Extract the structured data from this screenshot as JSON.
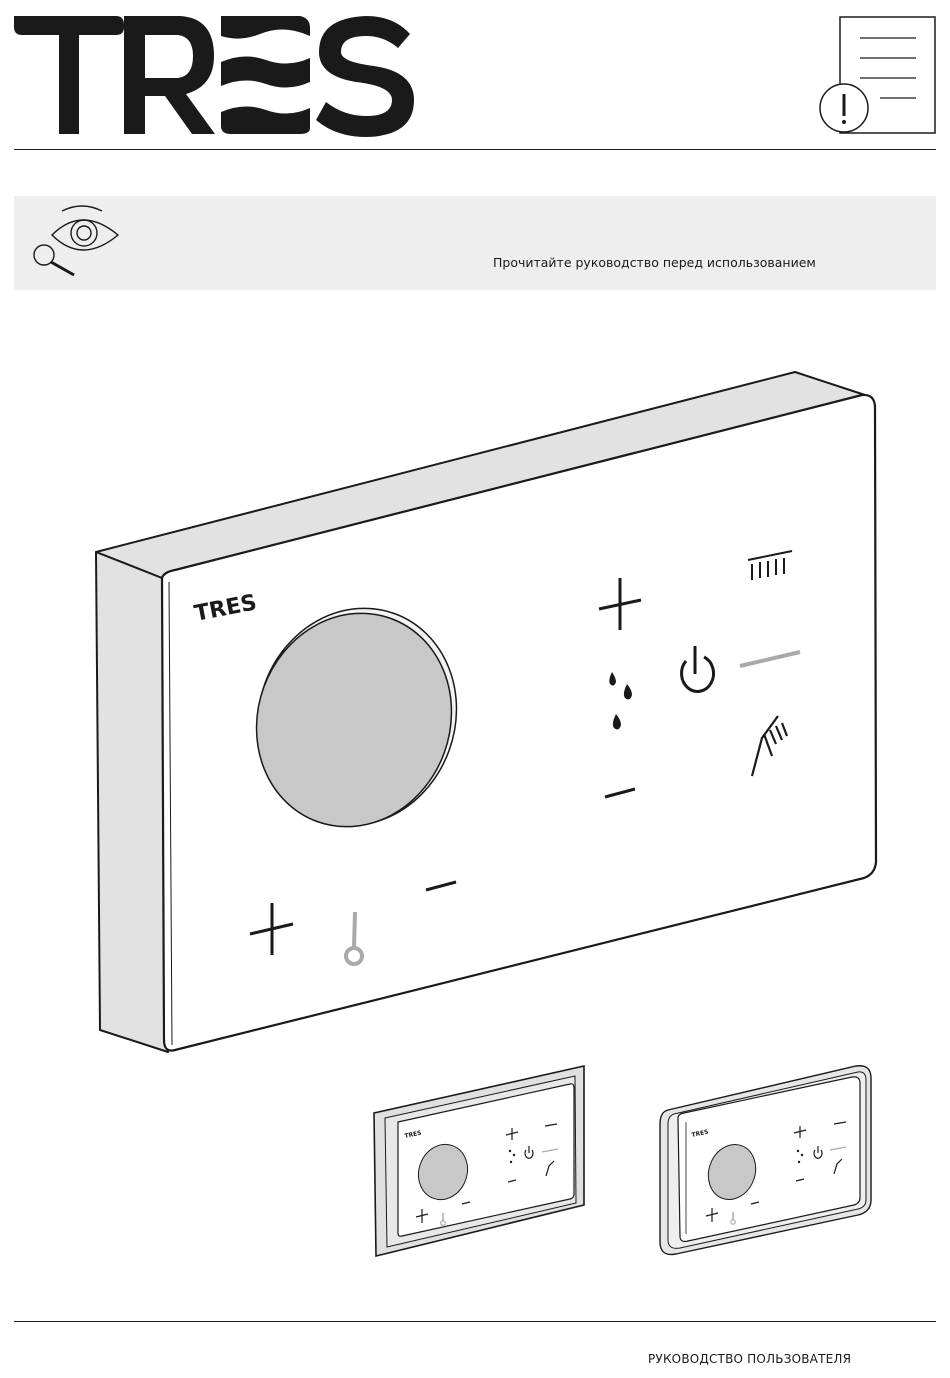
{
  "brand": {
    "logo_text": "TRES"
  },
  "notice": {
    "text": "Прочитайте руководство перед использованием"
  },
  "footer": {
    "title": "РУКОВОДСТВО ПОЛЬЗОВАТЕЛЯ"
  },
  "device": {
    "panel_logo": "TRES",
    "icons": [
      "plus-icon",
      "minus-icon",
      "water-drops-icon",
      "power-icon",
      "rain-shower-icon",
      "hand-shower-icon",
      "thermometer-icon"
    ]
  },
  "variants": [
    "flush-mount-variant",
    "surface-mount-variant"
  ],
  "colors": {
    "ink": "#1a1a1a",
    "banner": "#eeeeee",
    "dial": "#c8c8c8",
    "indicator": "#a9a9a9"
  }
}
